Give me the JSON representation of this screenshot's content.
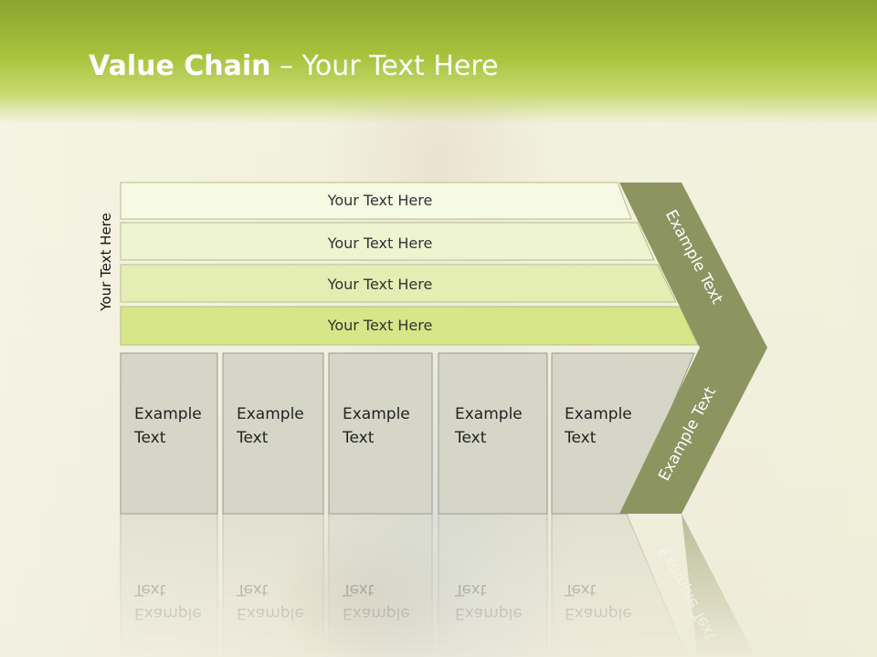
{
  "header": {
    "title_bold": "Value Chain",
    "title_rest": " – Your Text Here"
  },
  "side_label": "Your Text Here",
  "bars": [
    {
      "label": "Your Text Here"
    },
    {
      "label": "Your Text Here"
    },
    {
      "label": "Your Text Here"
    },
    {
      "label": "Your Text Here"
    }
  ],
  "cells": [
    {
      "line1": "Example",
      "line2": "Text"
    },
    {
      "line1": "Example",
      "line2": "Text"
    },
    {
      "line1": "Example",
      "line2": "Text"
    },
    {
      "line1": "Example",
      "line2": "Text"
    },
    {
      "line1": "Example",
      "line2": "Text"
    }
  ],
  "arrow": {
    "upper_label": "Example Text",
    "lower_label": "Example Text"
  },
  "colors": {
    "header": "#a8c23c",
    "arrow": "#8c9460",
    "cell_fill": "#d6d6c8",
    "cell_stroke": "#9a9a88",
    "bar_fills": [
      "#f6f9e4",
      "#eef4d0",
      "#e3edb4",
      "#d6e688"
    ]
  }
}
